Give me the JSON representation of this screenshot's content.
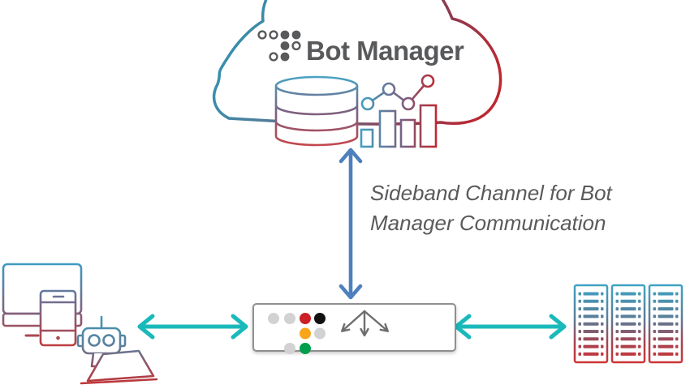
{
  "diagram": {
    "kind": "bot-manager-architecture",
    "cloud": {
      "title": "Bot Manager",
      "icons": [
        "bot-manager-dots-logo",
        "database-icon",
        "analytics-chart-icon"
      ]
    },
    "sideband_label": {
      "line1": "Sideband Channel for Bot",
      "line2": "Manager Communication"
    },
    "left_group": {
      "icons": [
        "monitor-icon",
        "phone-icon",
        "robot-icon",
        "laptop-icon"
      ]
    },
    "edge_box": {
      "icons": [
        "edge-dots-logo",
        "traffic-split-arrow-icon"
      ]
    },
    "right_group": {
      "icons": [
        "server-rack-icon"
      ]
    }
  },
  "servers": {
    "rack_count": 3,
    "rows_per_rack": 9
  },
  "colors": {
    "teal_arrow": "#1ab9bb",
    "blue_arrow": "#4d80bd",
    "title_text": "#58595b",
    "label_text": "#595a5c",
    "logo_gray": "#595a5c",
    "box_border": "#8f8f8f",
    "split_arrow": "#6e6e6e",
    "gradient_blue": "#2f9ab8",
    "gradient_red": "#c5242b",
    "dot_gray": "#d2d2d2",
    "dot_red": "#cb2026",
    "dot_black": "#111111",
    "dot_orange": "#f9a51a",
    "dot_green": "#009e4d"
  }
}
